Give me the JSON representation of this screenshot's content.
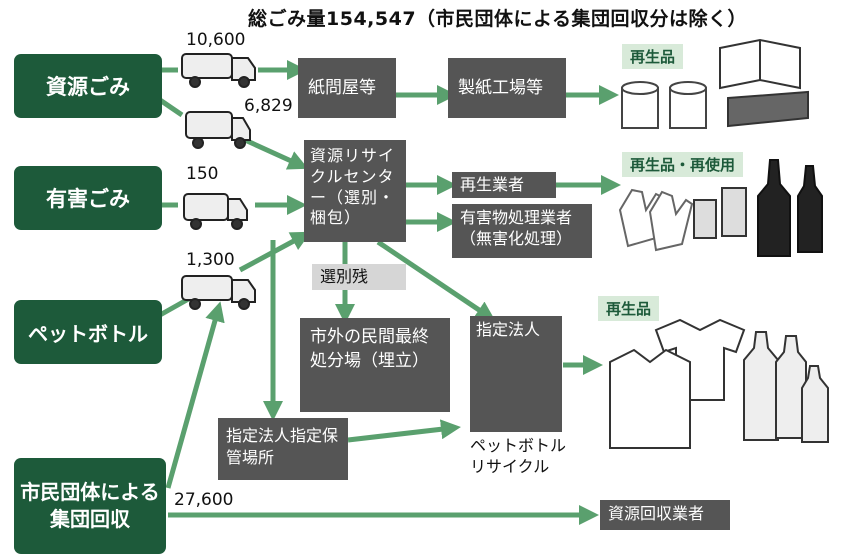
{
  "title": "総ごみ量154,547（市民団体による集団回収分は除く）",
  "sources": {
    "shigen": "資源ごみ",
    "yugai": "有害ごみ",
    "pet": "ペットボトル",
    "shimin": "市民団体による集団回収"
  },
  "amounts": {
    "a1": "10,600",
    "a2": "6,829",
    "a3": "150",
    "a4": "1,300",
    "a5": "27,600"
  },
  "nodes": {
    "shimondoya": "紙問屋等",
    "seishi": "製紙工場等",
    "center": "資源リサイクルセンター（選別・梱包）",
    "saisei_gyosha": "再生業者",
    "yugai_shori": "有害物処理業者（無害化処理）",
    "senbetsuzan": "選別残",
    "shigai": "市外の民間最終処分場（埋立）",
    "shitei_hojin": "指定法人",
    "shitei_hokan": "指定法人指定保管場所",
    "pet_recycle": "ペットボトルリサイクル",
    "shigen_kaishu": "資源回収業者"
  },
  "outputs": {
    "o1": "再生品",
    "o2": "再生品・再使用",
    "o3": "再生品"
  },
  "colors": {
    "dark_green": "#1d5a3a",
    "arrow_green": "#5aa06e",
    "tag_bg": "#d8ead9",
    "box_gray": "#555555",
    "label_gray": "#d6d6d6"
  }
}
